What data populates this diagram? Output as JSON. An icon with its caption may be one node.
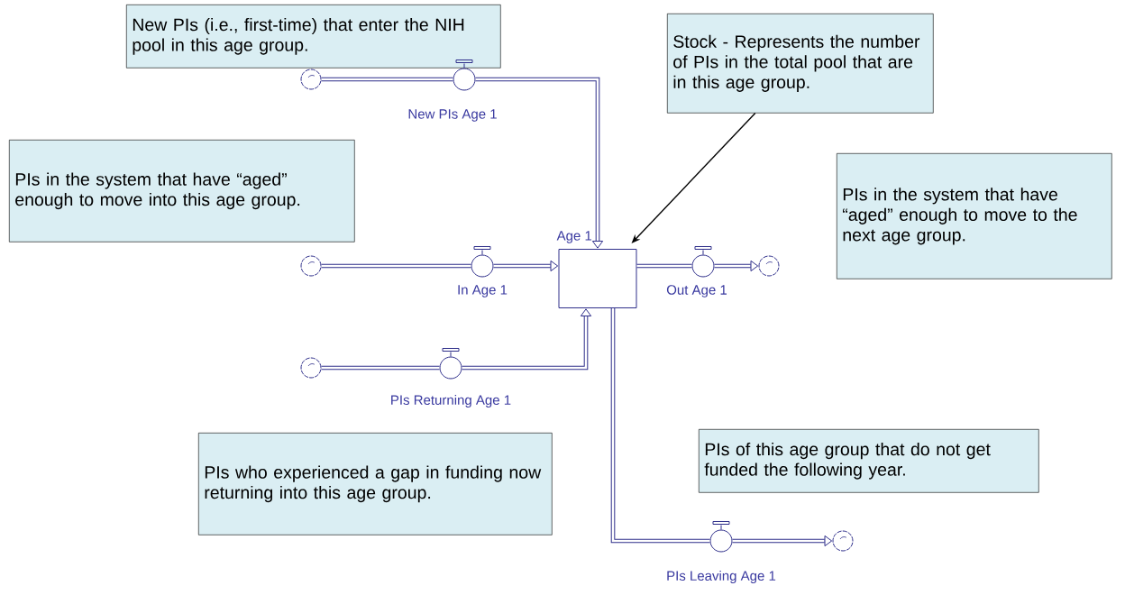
{
  "diagram": {
    "nodes": [
      {
        "text": [
          "New PIs (i.e., first-time) that enter the NIH pool in this age group."
        ]
      },
      {
        "text": [
          "Stock - Represents the number of PIs in the total pool that are in this age group."
        ]
      },
      {
        "text": [
          "PIs in the system that have “aged” enough to move into this age group."
        ]
      },
      {
        "text": [
          "PIs in the system that have “aged” enough to move to the next age group."
        ]
      },
      {
        "text": [
          "PIs of this age group that do not get funded the following year."
        ]
      },
      {
        "text": [
          "PIs who experienced a gap in funding now returning into this age group."
        ]
      },
      {
        "text": [
          "Age 1"
        ]
      },
      {
        "text": [],
        "shape": "cloud"
      },
      {
        "text": [],
        "shape": "cloud"
      },
      {
        "text": [],
        "shape": "cloud"
      },
      {
        "text": [],
        "shape": "cloud"
      },
      {
        "text": [],
        "shape": "cloud"
      },
      {
        "text": [],
        "shape": "circle",
        "beside": [
          "New PIs Age 1"
        ]
      },
      {
        "text": [],
        "shape": "circle",
        "beside": [
          "In Age 1"
        ]
      },
      {
        "text": [],
        "shape": "circle",
        "beside": [
          "PIs Returning Age 1"
        ]
      },
      {
        "text": [],
        "shape": "circle",
        "beside": [
          "Out Age 1"
        ]
      },
      {
        "text": [],
        "shape": "circle",
        "beside": [
          "PIs Leaving Age 1"
        ]
      }
    ],
    "edges": [
      {
        "from": 7,
        "to": 12,
        "arrow": "none"
      },
      {
        "from": 12,
        "to": 6,
        "arrow": "to"
      },
      {
        "from": 8,
        "to": 13,
        "arrow": "none"
      },
      {
        "from": 13,
        "to": 6,
        "arrow": "to"
      },
      {
        "from": 9,
        "to": 14,
        "arrow": "none"
      },
      {
        "from": 14,
        "to": 6,
        "arrow": "to"
      },
      {
        "from": 6,
        "to": 15,
        "arrow": "none"
      },
      {
        "from": 15,
        "to": 10,
        "arrow": "to"
      },
      {
        "from": 6,
        "to": 16,
        "arrow": "none"
      },
      {
        "from": 16,
        "to": 11,
        "arrow": "to"
      },
      {
        "from": 1,
        "to": 6,
        "arrow": "to",
        "color": "#000000"
      }
    ]
  }
}
